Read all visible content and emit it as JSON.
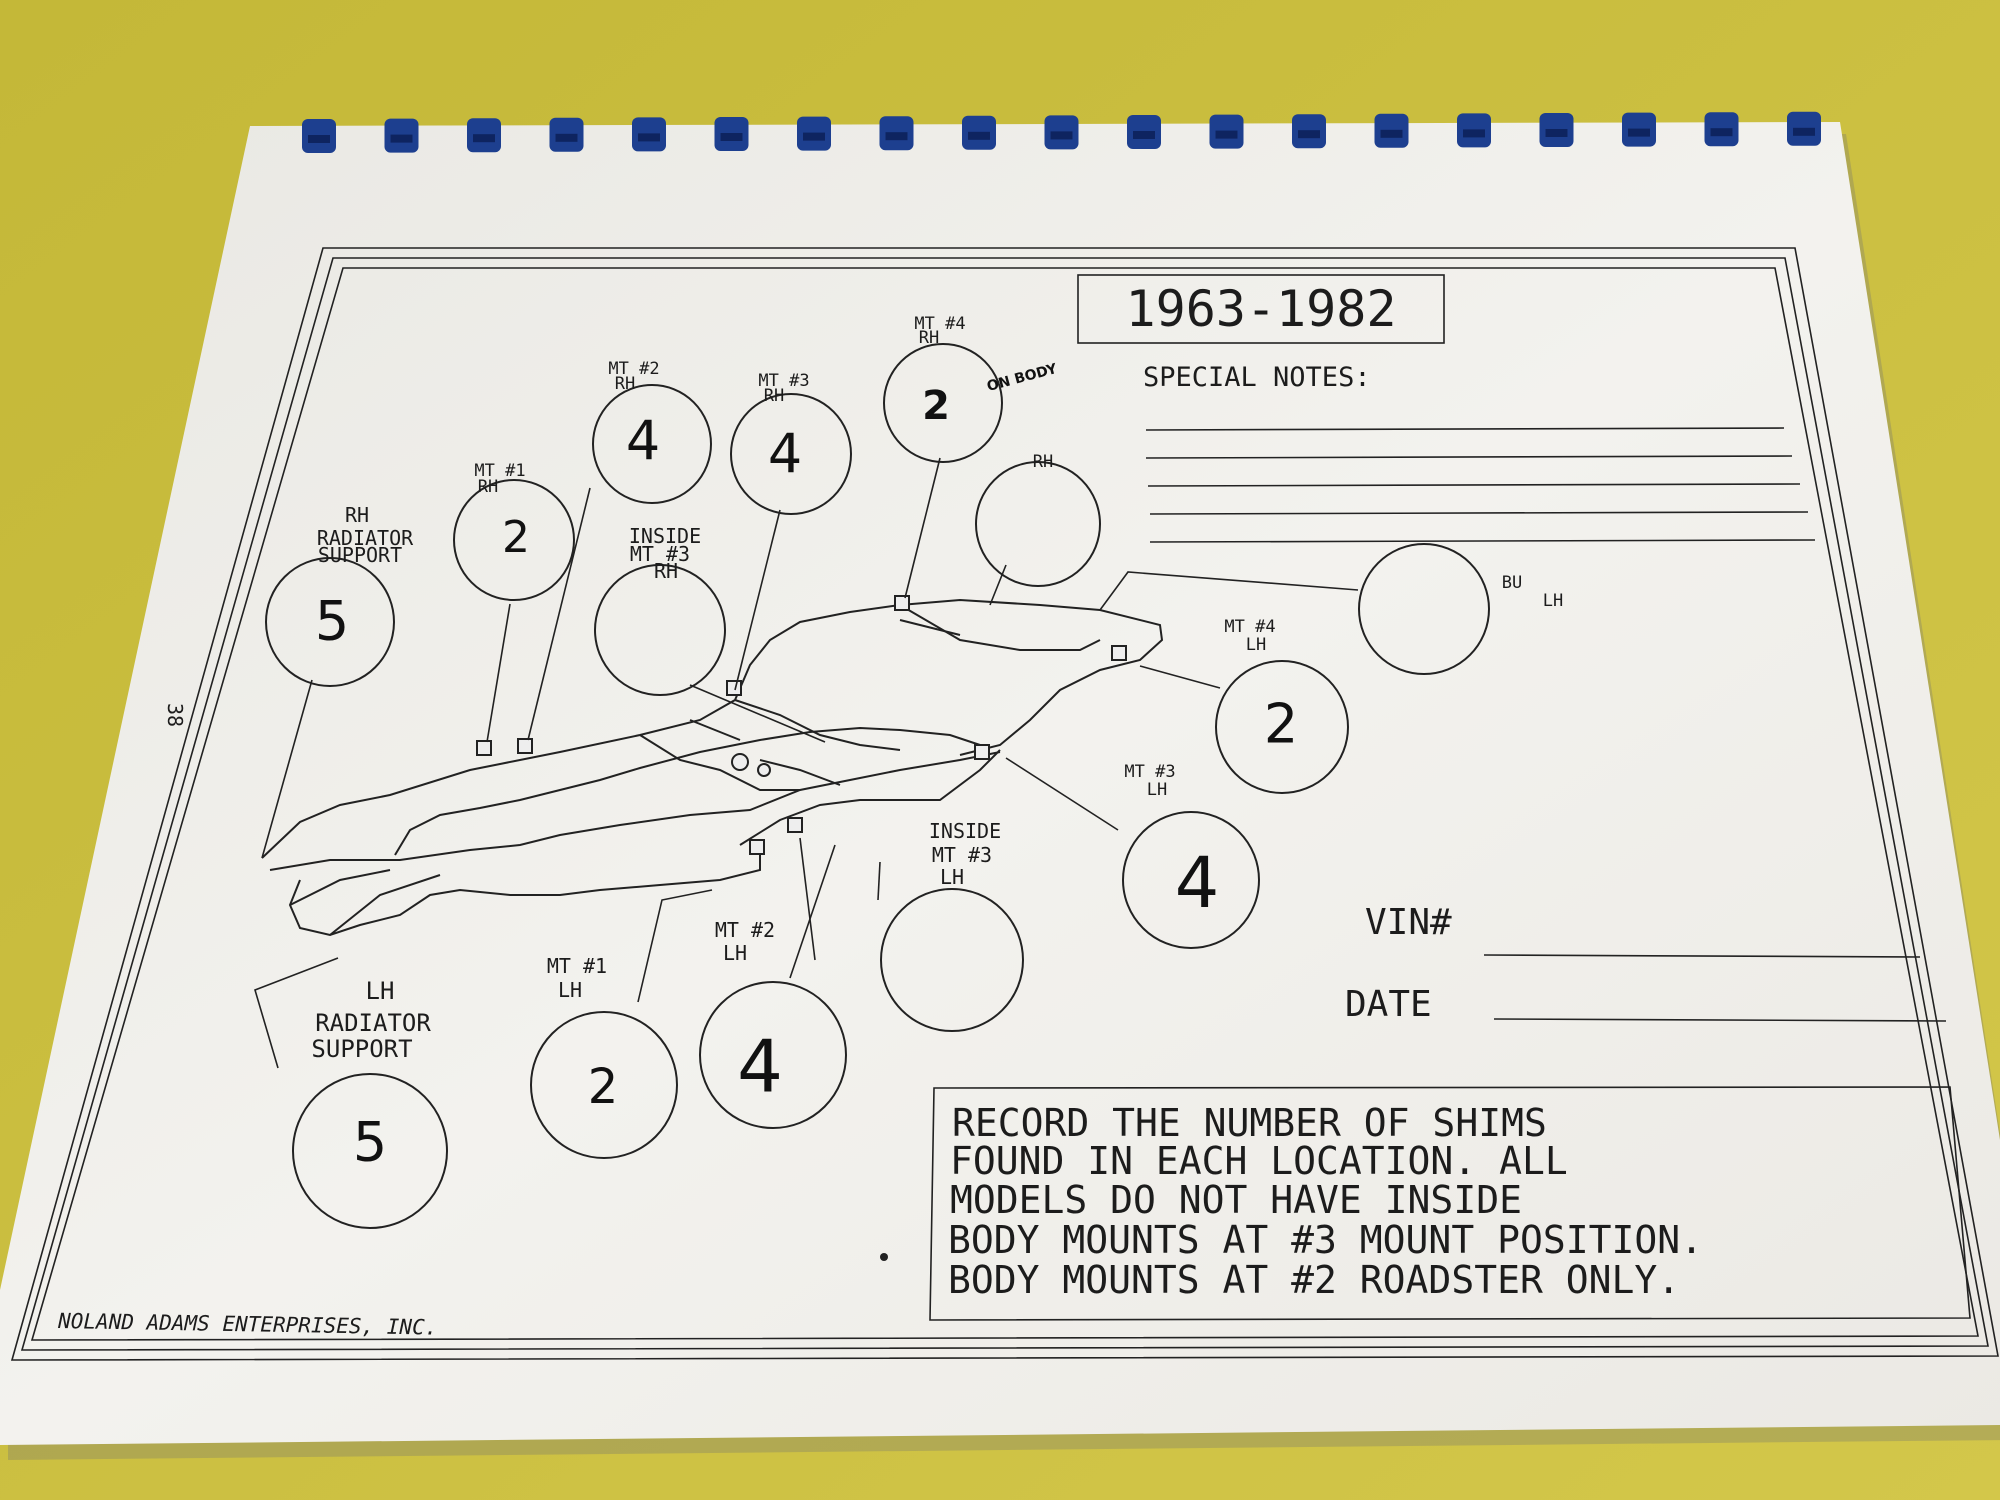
{
  "year_range": "1963-1982",
  "page_number": "38",
  "special_notes_label": "SPECIAL NOTES:",
  "vin_label": "VIN#",
  "date_label": "DATE",
  "company": "NOLAND ADAMS ENTERPRISES, INC.",
  "instructions": [
    "RECORD THE NUMBER OF SHIMS",
    "FOUND IN EACH LOCATION.  ALL",
    "MODELS DO NOT HAVE INSIDE",
    "BODY MOUNTS AT #3 MOUNT POSITION.",
    "BODY MOUNTS AT #2 ROADSTER ONLY."
  ],
  "handwritten_on_body": "ON BODY",
  "mounts": [
    {
      "id": "rh-radiator-support",
      "label": [
        "RH",
        "RADIATOR",
        "SUPPORT"
      ],
      "value": "5"
    },
    {
      "id": "mt1-rh",
      "label": [
        "MT #1",
        "RH"
      ],
      "value": "2"
    },
    {
      "id": "mt2-rh",
      "label": [
        "MT #2",
        "RH"
      ],
      "value": "4"
    },
    {
      "id": "mt3-rh",
      "label": [
        "MT #3",
        "RH"
      ],
      "value": "4"
    },
    {
      "id": "inside-mt3-rh",
      "label": [
        "INSIDE",
        "MT #3",
        "RH"
      ],
      "value": ""
    },
    {
      "id": "mt4-rh",
      "label": [
        "MT #4",
        "RH"
      ],
      "value": "2"
    },
    {
      "id": "bu-rh",
      "label": [
        "RH"
      ],
      "value": ""
    },
    {
      "id": "bu-lh",
      "label": [
        "BU",
        "LH"
      ],
      "value": ""
    },
    {
      "id": "mt4-lh",
      "label": [
        "MT #4",
        "LH"
      ],
      "value": "2"
    },
    {
      "id": "mt3-lh",
      "label": [
        "MT #3",
        "LH"
      ],
      "value": "4"
    },
    {
      "id": "inside-mt3-lh",
      "label": [
        "INSIDE",
        "MT #3",
        "LH"
      ],
      "value": ""
    },
    {
      "id": "mt2-lh",
      "label": [
        "MT #2",
        "LH"
      ],
      "value": "4"
    },
    {
      "id": "mt1-lh",
      "label": [
        "MT #1",
        "LH"
      ],
      "value": "2"
    },
    {
      "id": "lh-radiator-support",
      "label": [
        "LH",
        "RADIATOR",
        "SUPPORT"
      ],
      "value": "5"
    }
  ],
  "colors": {
    "background": "#c9bd3e",
    "paper": "#f1f0ec",
    "binding": "#1d3f8f",
    "ink": "#1c1c1c"
  }
}
